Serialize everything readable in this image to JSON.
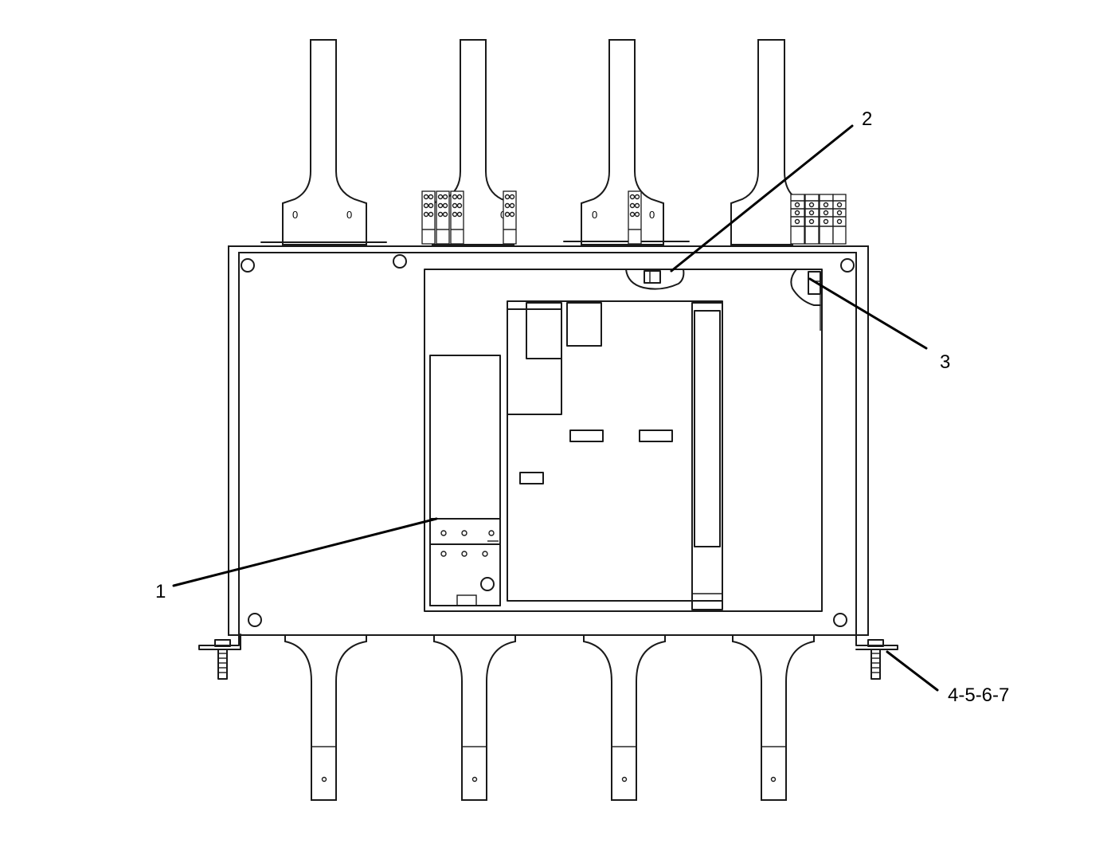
{
  "callouts": [
    {
      "id": "c1",
      "label": "1"
    },
    {
      "id": "c2",
      "label": "2"
    },
    {
      "id": "c3",
      "label": "3"
    },
    {
      "id": "c4",
      "label": "4-5-6-7"
    }
  ],
  "upper_plate_marks": [
    "0",
    "0",
    "0",
    "0",
    "0"
  ]
}
